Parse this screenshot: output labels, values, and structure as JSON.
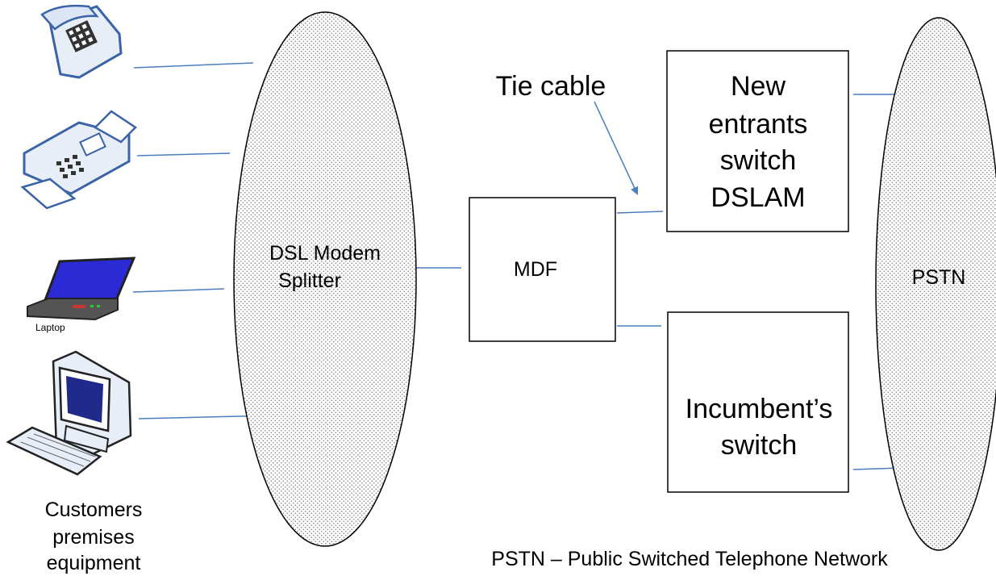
{
  "diagram": {
    "devices": {
      "laptop_label": "Laptop"
    },
    "labels": {
      "customers": [
        "Customers",
        "premises",
        "equipment"
      ],
      "splitter": [
        "DSL Modem",
        "Splitter"
      ],
      "mdf": "MDF",
      "tie_cable": "Tie cable",
      "new_entrants": [
        "New",
        "entrants",
        "switch",
        "DSLAM"
      ],
      "incumbent": [
        "Incumbent’s",
        "switch"
      ],
      "pstn": "PSTN",
      "footnote": "PSTN – Public Switched Telephone Network"
    },
    "colors": {
      "line": "#4a7ec0",
      "device_body": "#e8eef8",
      "device_outline": "#3a63a8",
      "screen": "#2b2bd6"
    }
  }
}
